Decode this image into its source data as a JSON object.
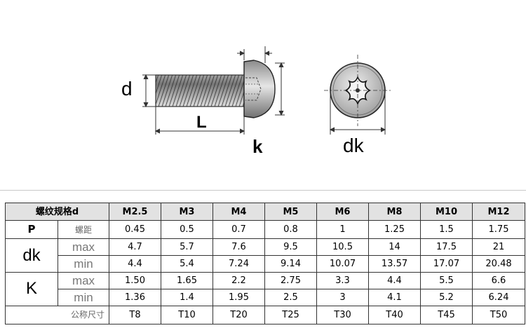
{
  "diagram": {
    "labels": {
      "d": "d",
      "L": "L",
      "k": "k",
      "dk": "dk"
    }
  },
  "table": {
    "header_label": "螺纹规格d",
    "sizes": [
      "M2.5",
      "M3",
      "M4",
      "M5",
      "M6",
      "M8",
      "M10",
      "M12"
    ],
    "pitch": {
      "key": "P",
      "label": "螺距",
      "values": [
        "0.45",
        "0.5",
        "0.7",
        "0.8",
        "1",
        "1.25",
        "1.5",
        "1.75"
      ]
    },
    "dk": {
      "key": "dk",
      "max": {
        "label": "max",
        "values": [
          "4.7",
          "5.7",
          "7.6",
          "9.5",
          "10.5",
          "14",
          "17.5",
          "21"
        ]
      },
      "min": {
        "label": "min",
        "values": [
          "4.4",
          "5.4",
          "7.24",
          "9.14",
          "10.07",
          "13.57",
          "17.07",
          "20.48"
        ]
      }
    },
    "k": {
      "key": "K",
      "max": {
        "label": "max",
        "values": [
          "1.50",
          "1.65",
          "2.2",
          "2.75",
          "3.3",
          "4.4",
          "5.5",
          "6.6"
        ]
      },
      "min": {
        "label": "min",
        "values": [
          "1.36",
          "1.4",
          "1.95",
          "2.5",
          "3",
          "4.1",
          "5.2",
          "6.24"
        ]
      }
    },
    "drive": {
      "label": "公称尺寸",
      "values": [
        "T8",
        "T10",
        "T20",
        "T25",
        "T30",
        "T40",
        "T45",
        "T50"
      ]
    }
  },
  "colors": {
    "header_bg": "#e2e2e2",
    "line": "#333333",
    "sublabel": "#777777"
  }
}
